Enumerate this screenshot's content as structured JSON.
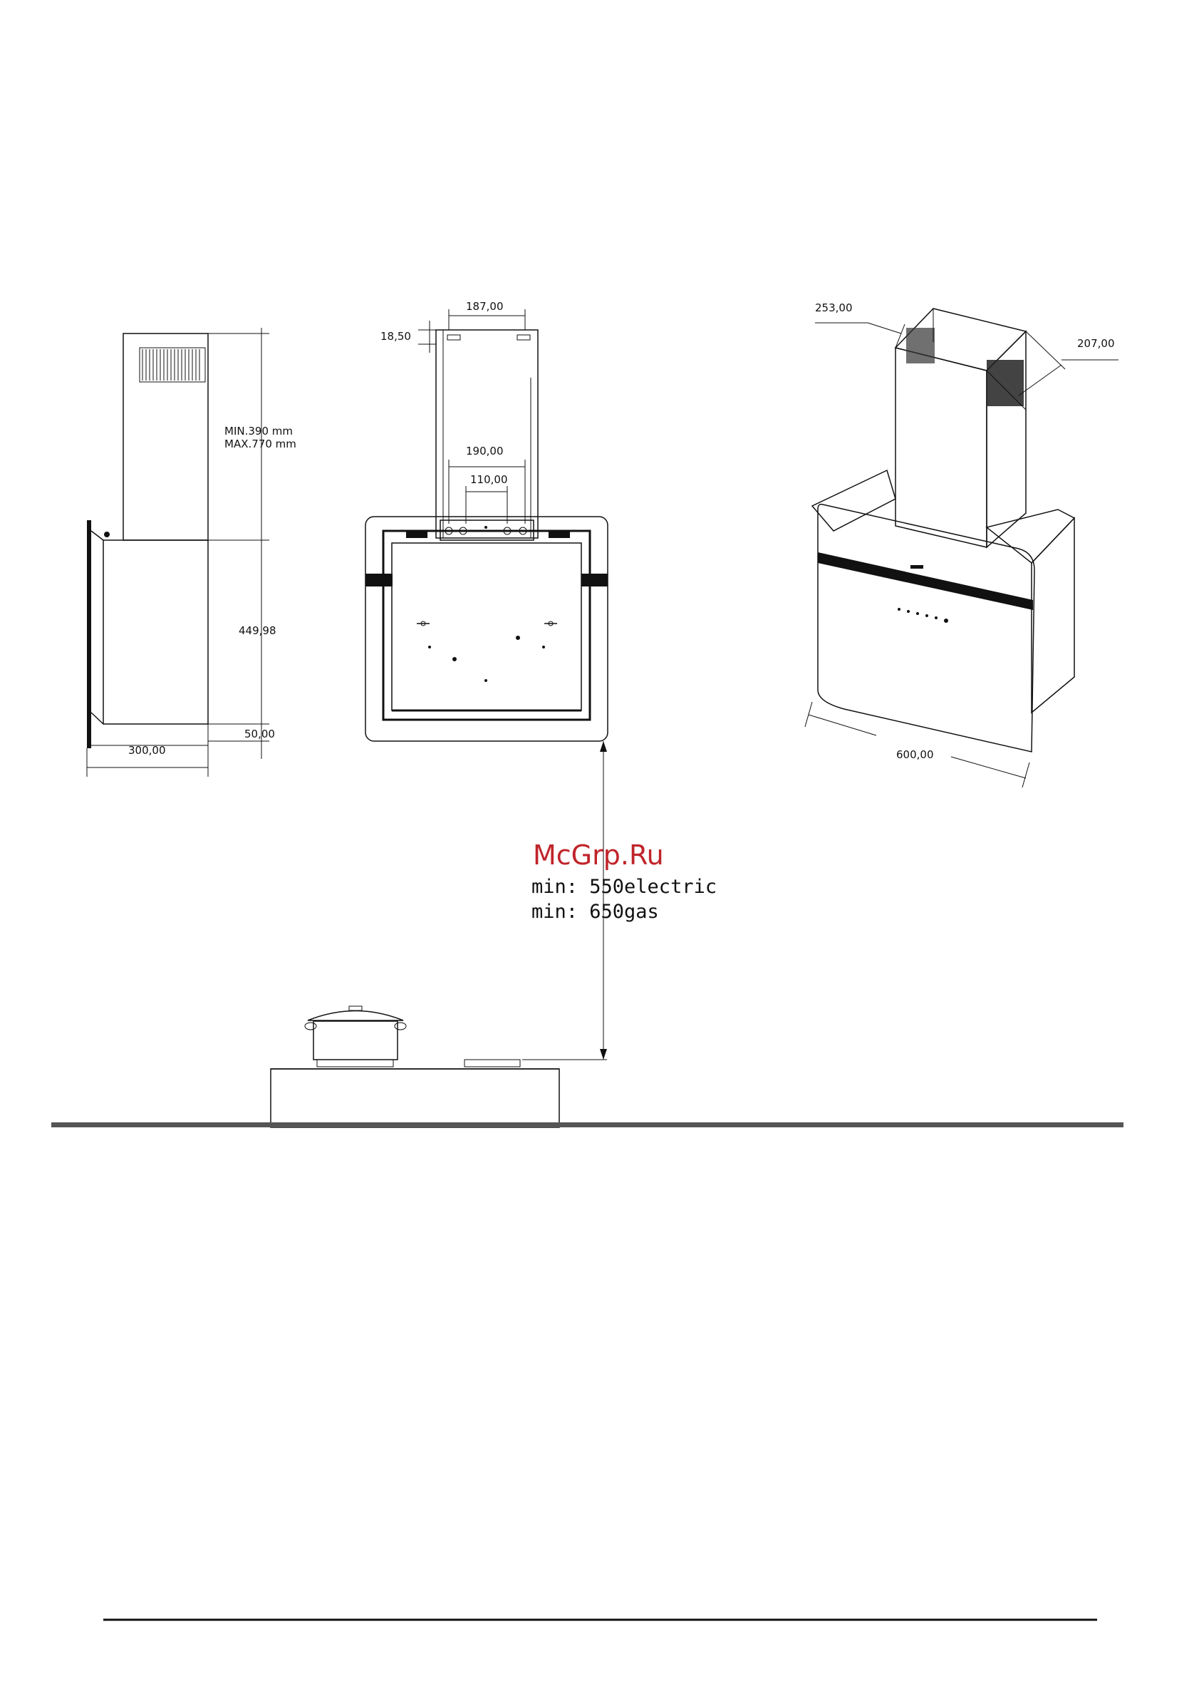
{
  "side_view": {
    "chimney_height": "MIN.390  mm\nMAX.770  mm",
    "body_height": "449,98",
    "bottom_offset": "50,00",
    "depth": "300,00"
  },
  "front_view": {
    "chimney_width": "187,00",
    "top_offset": "18,50",
    "bracket_outer": "190,00",
    "bracket_inner": "110,00"
  },
  "iso_view": {
    "chimney_depth": "253,00",
    "chimney_side": "207,00",
    "width": "600,00"
  },
  "clearance": {
    "electric": "min: 550electric",
    "gas": "min: 650gas"
  },
  "watermark": "McGrp.Ru"
}
